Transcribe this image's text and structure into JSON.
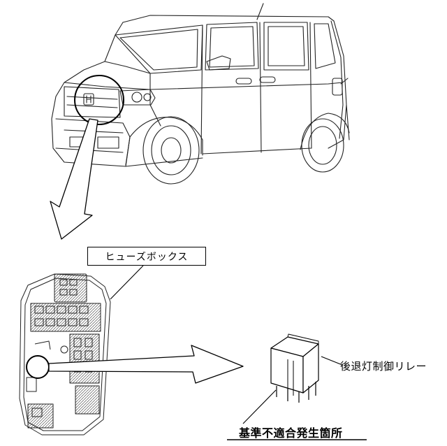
{
  "labels": {
    "fuse_box": "ヒューズボックス",
    "relay": "後退灯制御リレー",
    "non_conformity_location": "基準不適合発生箇所"
  }
}
